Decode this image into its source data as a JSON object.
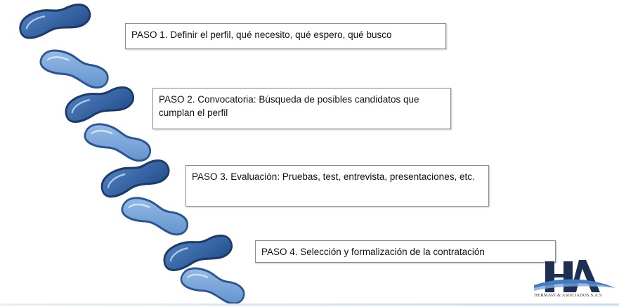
{
  "steps": [
    {
      "text": "PASO 1. Definir el perfil, qué necesito, qué espero, qué busco"
    },
    {
      "text": "PASO 2. Convocatoria: Búsqueda de posibles candidatos que cumplan el perfil"
    },
    {
      "text": "PASO 3. Evaluación: Pruebas, test, entrevista, presentaciones, etc."
    },
    {
      "text": "PASO 4. Selección y formalización de la contratación"
    }
  ],
  "logo": {
    "letters": "HA",
    "company": "HERMAVI & ASOCIADOS S.A.S"
  },
  "colors": {
    "footprint_dark": "#2f5f9e",
    "footprint_light": "#6f9fd6",
    "footprint_outline": "#1e3a68",
    "box_border": "#8c8c8c",
    "logo_navy": "#1d2f52",
    "logo_blue": "#3f7cc4"
  }
}
